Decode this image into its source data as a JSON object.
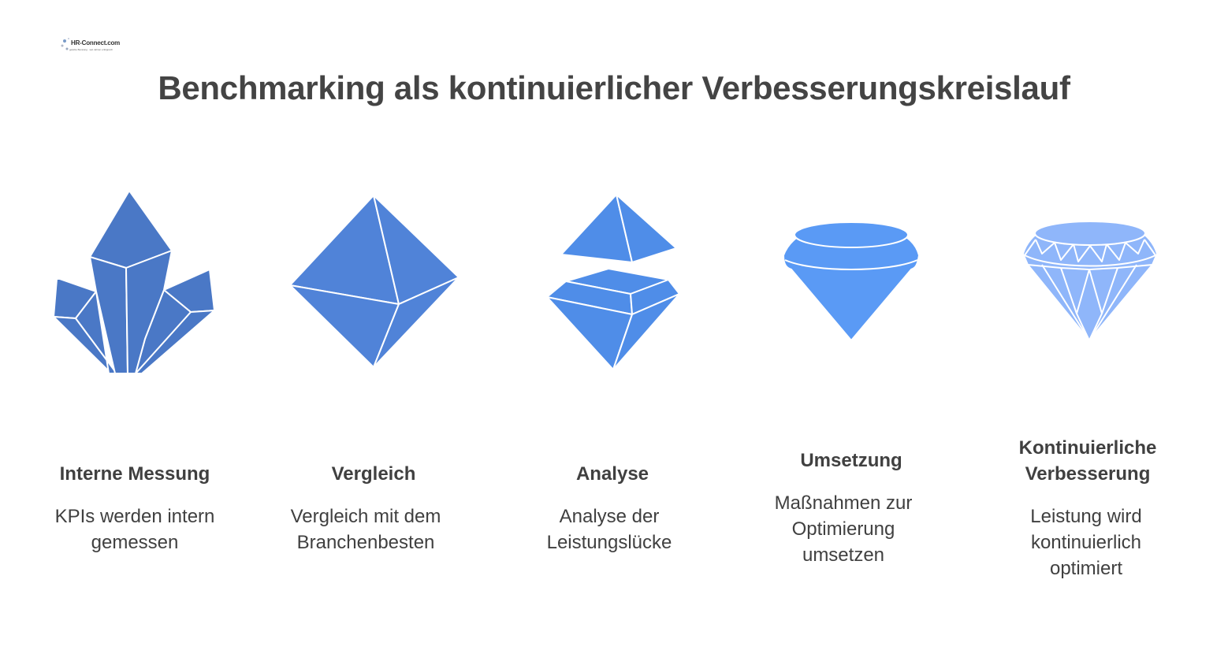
{
  "logo": {
    "text": "HR-Connect.com",
    "sub": "gelebte Beratung · seit Jahren erfolgreich"
  },
  "title": "Benchmarking als kontinuierlicher Verbesserungskreislauf",
  "colors": {
    "step1": "#4a78c6",
    "step2": "#5083d8",
    "step3": "#4f8de8",
    "step4": "#5a9af5",
    "step5": "#8fb6fa",
    "facet_line": "#ffffff",
    "text": "#404040"
  },
  "steps": [
    {
      "icon": "crystal-cluster-icon",
      "label": "Interne Messung",
      "desc": "KPIs werden intern gemessen"
    },
    {
      "icon": "octahedron-icon",
      "label": "Vergleich",
      "desc": "Vergleich mit dem Branchenbesten"
    },
    {
      "icon": "split-gem-icon",
      "label": "Analyse",
      "desc": "Analyse der Leistungslücke"
    },
    {
      "icon": "rough-diamond-icon",
      "label": "Umsetzung",
      "desc": "Maßnahmen zur Optimierung umsetzen"
    },
    {
      "icon": "cut-diamond-icon",
      "label": "Kontinuierliche Verbesserung",
      "desc": "Leistung wird kontinuierlich optimiert"
    }
  ]
}
